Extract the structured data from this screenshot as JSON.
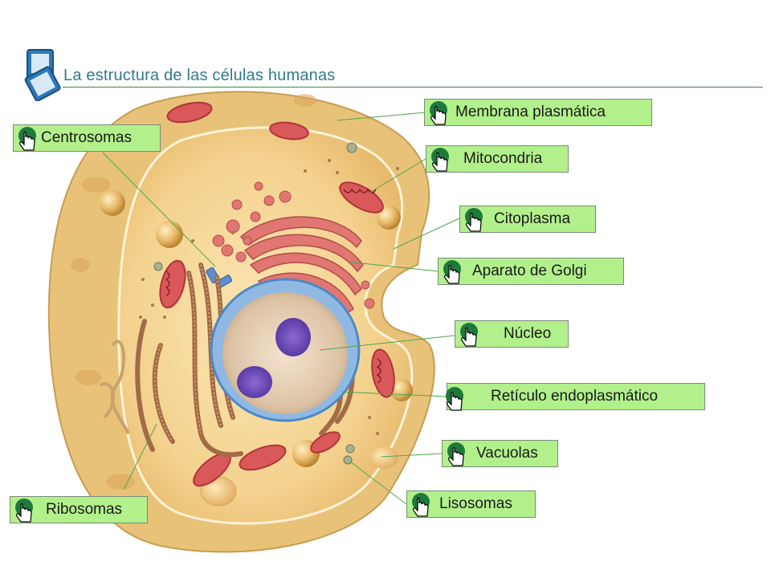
{
  "title": "La estructura de las células humanas",
  "labels": {
    "membrana": "Membrana plasmática",
    "centrosomas": "Centrosomas",
    "mitocondria": "Mitocondria",
    "citoplasma": "Citoplasma",
    "golgi": "Aparato de Golgi",
    "nucleo": "Núcleo",
    "reticulo": "Retículo endoplasmático",
    "vacuolas": "Vacuolas",
    "lisosomas": "Lisosomas",
    "ribosomas": "Ribosomas"
  },
  "icons": {
    "logo": "book-pages-icon",
    "hand": "pointing-hand-icon"
  },
  "colors": {
    "label_bg": "#b2f08c",
    "title": "#2f7a8f",
    "rule": "#3a8a3a",
    "icon_green": "#1e7a3a"
  }
}
